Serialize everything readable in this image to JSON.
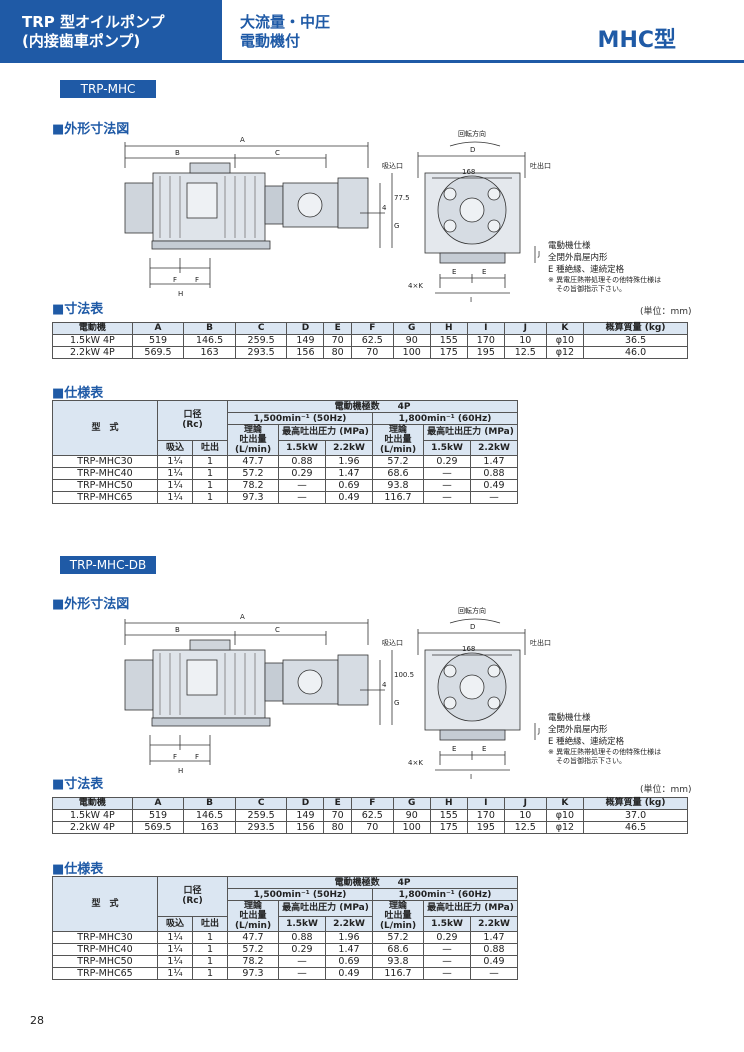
{
  "header": {
    "left_line1": "TRP 型オイルポンプ",
    "left_line2": "(内接歯車ポンプ)",
    "mid_line1": "大流量・中圧",
    "mid_line2": "電動機付",
    "model": "MHC型"
  },
  "sections": [
    {
      "tag": "TRP-MHC",
      "outline_title": "■外形寸法図",
      "dim_title": "■寸法表",
      "unit": "(単位：mm)",
      "spec_title": "■仕様表",
      "drawing": {
        "rotation": "回転方向",
        "suction": "吸込口",
        "discharge": "吐出口",
        "labels": {
          "A": "A",
          "B": "B",
          "C": "C",
          "D": "D",
          "E": "E",
          "F": "F",
          "G": "G",
          "H": "H",
          "I": "I",
          "J": "J",
          "k": "4×K",
          "w168": "168",
          "h": "77.5",
          "four": "4"
        }
      },
      "motor_note": {
        "title": "電動機仕様",
        "line1": "全閉外扇屋内形",
        "line2": "E 種絶縁、連続定格",
        "line3": "※ 異電圧熱帯処理その他特殊仕様は",
        "line4": "その旨御指示下さい。"
      },
      "dim_table": {
        "headers": [
          "電動機",
          "A",
          "B",
          "C",
          "D",
          "E",
          "F",
          "G",
          "H",
          "I",
          "J",
          "K",
          "概算質量 (kg)"
        ],
        "rows": [
          [
            "1.5kW 4P",
            "519",
            "146.5",
            "259.5",
            "149",
            "70",
            "62.5",
            "90",
            "155",
            "170",
            "10",
            "φ10",
            "36.5"
          ],
          [
            "2.2kW 4P",
            "569.5",
            "163",
            "293.5",
            "156",
            "80",
            "70",
            "100",
            "175",
            "195",
            "12.5",
            "φ12",
            "46.0"
          ]
        ]
      },
      "spec_table": {
        "model": "型　式",
        "port": "口径\n(Rc)",
        "motor_poles": "電動機極数　　4P",
        "f50": "1,500min⁻¹ (50Hz)",
        "f60": "1,800min⁻¹ (60Hz)",
        "flow": "理論\n吐出量\n(L/min)",
        "maxp": "最高吐出圧力 (MPa)",
        "suction": "吸込",
        "discharge": "吐出",
        "kw15": "1.5kW",
        "kw22": "2.2kW",
        "rows": [
          [
            "TRP-MHC30",
            "1¼",
            "1",
            "47.7",
            "0.88",
            "1.96",
            "57.2",
            "0.29",
            "1.47"
          ],
          [
            "TRP-MHC40",
            "1¼",
            "1",
            "57.2",
            "0.29",
            "1.47",
            "68.6",
            "—",
            "0.88"
          ],
          [
            "TRP-MHC50",
            "1¼",
            "1",
            "78.2",
            "—",
            "0.69",
            "93.8",
            "—",
            "0.49"
          ],
          [
            "TRP-MHC65",
            "1¼",
            "1",
            "97.3",
            "—",
            "0.49",
            "116.7",
            "—",
            "—"
          ]
        ]
      }
    },
    {
      "tag": "TRP-MHC-DB",
      "outline_title": "■外形寸法図",
      "dim_title": "■寸法表",
      "unit": "(単位：mm)",
      "spec_title": "■仕様表",
      "drawing": {
        "rotation": "回転方向",
        "suction": "吸込口",
        "discharge": "吐出口",
        "labels": {
          "A": "A",
          "B": "B",
          "C": "C",
          "D": "D",
          "E": "E",
          "F": "F",
          "G": "G",
          "H": "H",
          "I": "I",
          "J": "J",
          "k": "4×K",
          "w168": "168",
          "h": "100.5",
          "four": "4"
        }
      },
      "motor_note": {
        "title": "電動機仕様",
        "line1": "全閉外扇屋内形",
        "line2": "E 種絶縁、連続定格",
        "line3": "※ 異電圧熱帯処理その他特殊仕様は",
        "line4": "その旨御指示下さい。"
      },
      "dim_table": {
        "headers": [
          "電動機",
          "A",
          "B",
          "C",
          "D",
          "E",
          "F",
          "G",
          "H",
          "I",
          "J",
          "K",
          "概算質量 (kg)"
        ],
        "rows": [
          [
            "1.5kW 4P",
            "519",
            "146.5",
            "259.5",
            "149",
            "70",
            "62.5",
            "90",
            "155",
            "170",
            "10",
            "φ10",
            "37.0"
          ],
          [
            "2.2kW 4P",
            "569.5",
            "163",
            "293.5",
            "156",
            "80",
            "70",
            "100",
            "175",
            "195",
            "12.5",
            "φ12",
            "46.5"
          ]
        ]
      },
      "spec_table": {
        "model": "型　式",
        "port": "口径\n(Rc)",
        "motor_poles": "電動機極数　　4P",
        "f50": "1,500min⁻¹ (50Hz)",
        "f60": "1,800min⁻¹ (60Hz)",
        "flow": "理論\n吐出量\n(L/min)",
        "maxp": "最高吐出圧力 (MPa)",
        "suction": "吸込",
        "discharge": "吐出",
        "kw15": "1.5kW",
        "kw22": "2.2kW",
        "rows": [
          [
            "TRP-MHC30",
            "1¼",
            "1",
            "47.7",
            "0.88",
            "1.96",
            "57.2",
            "0.29",
            "1.47"
          ],
          [
            "TRP-MHC40",
            "1¼",
            "1",
            "57.2",
            "0.29",
            "1.47",
            "68.6",
            "—",
            "0.88"
          ],
          [
            "TRP-MHC50",
            "1¼",
            "1",
            "78.2",
            "—",
            "0.69",
            "93.8",
            "—",
            "0.49"
          ],
          [
            "TRP-MHC65",
            "1¼",
            "1",
            "97.3",
            "—",
            "0.49",
            "116.7",
            "—",
            "—"
          ]
        ]
      }
    }
  ],
  "page_number": "28"
}
